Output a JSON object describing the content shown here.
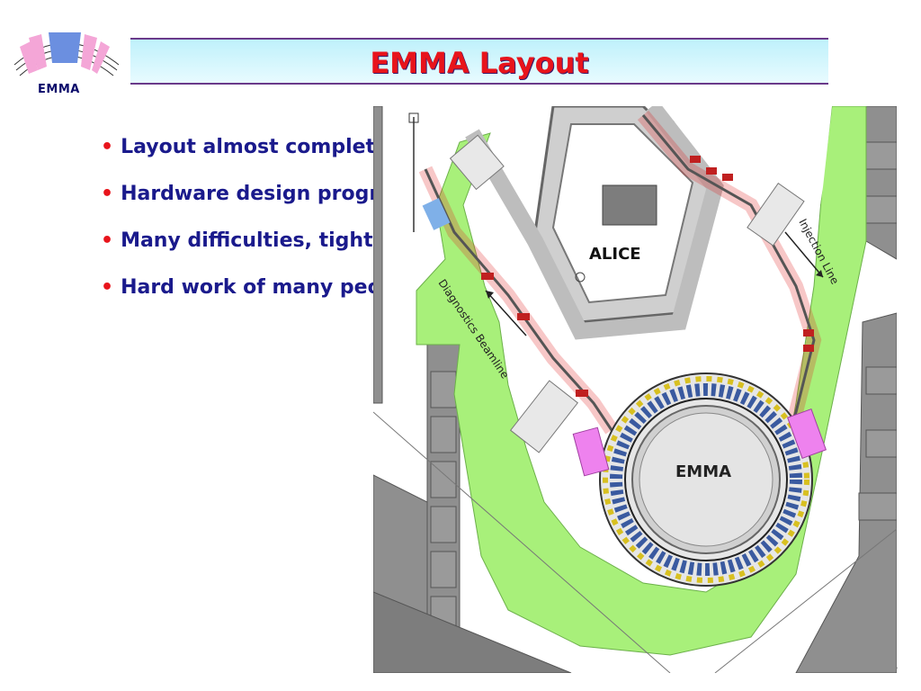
{
  "logo": {
    "text": "EMMA"
  },
  "title": "EMMA Layout",
  "bullets": [
    {
      "text": "Layout almost complete"
    },
    {
      "text": "Hardware design progressing"
    },
    {
      "text": "Many difficulties, tight space"
    },
    {
      "text": "Hard work of many people"
    }
  ],
  "map": {
    "labels": {
      "alice": "ALICE",
      "emma": "EMMA",
      "injection": "Injection Line",
      "diagnostics": "Diagnostics Beamline"
    },
    "colors": {
      "green_zone": "#a8f07a",
      "floor": "#ffffff",
      "walls": "#8a8a8a",
      "beamline_outline": "#e02020",
      "magnet": "#c02020",
      "pink_block": "#ee82ee"
    }
  }
}
